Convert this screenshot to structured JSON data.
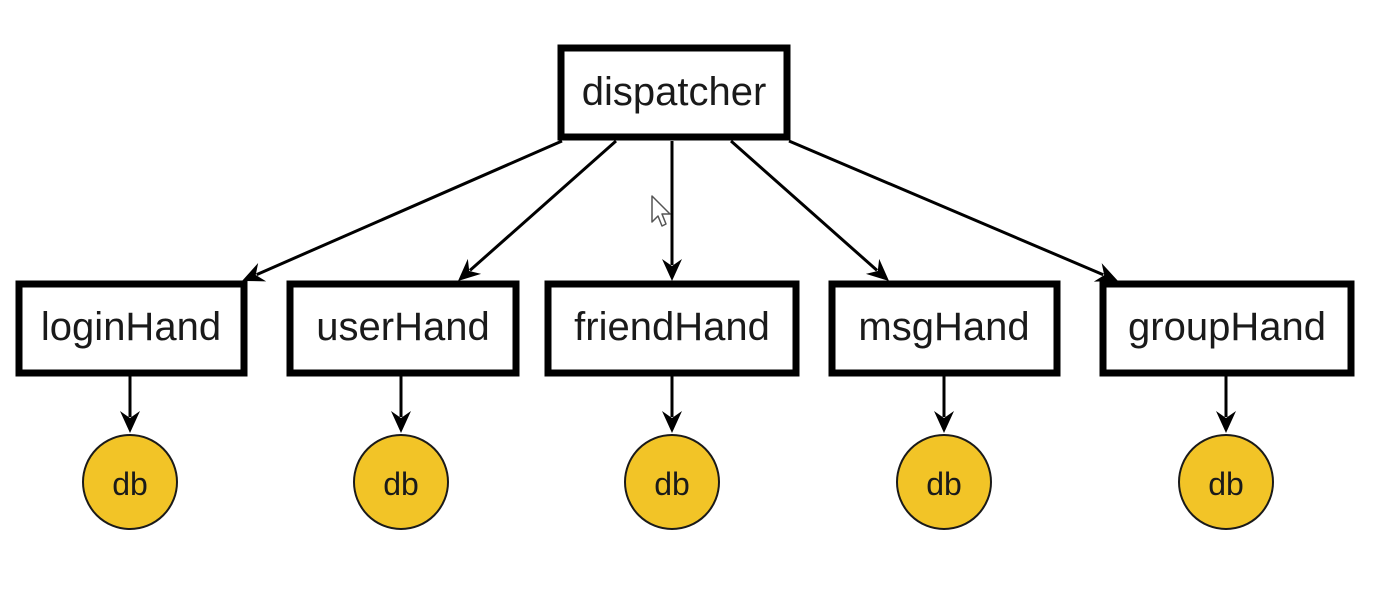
{
  "diagram": {
    "root": {
      "id": "dispatcher",
      "label": "dispatcher"
    },
    "handlers": [
      {
        "id": "loginHand",
        "label": "loginHand",
        "store": "db"
      },
      {
        "id": "userHand",
        "label": "userHand",
        "store": "db"
      },
      {
        "id": "friendHand",
        "label": "friendHand",
        "store": "db"
      },
      {
        "id": "msgHand",
        "label": "msgHand",
        "store": "db"
      },
      {
        "id": "groupHand",
        "label": "groupHand",
        "store": "db"
      }
    ],
    "colors": {
      "db_fill": "#f2c427",
      "stroke": "#000000",
      "background": "#ffffff"
    },
    "icons": {
      "cursor": "mouse-pointer-icon"
    }
  }
}
